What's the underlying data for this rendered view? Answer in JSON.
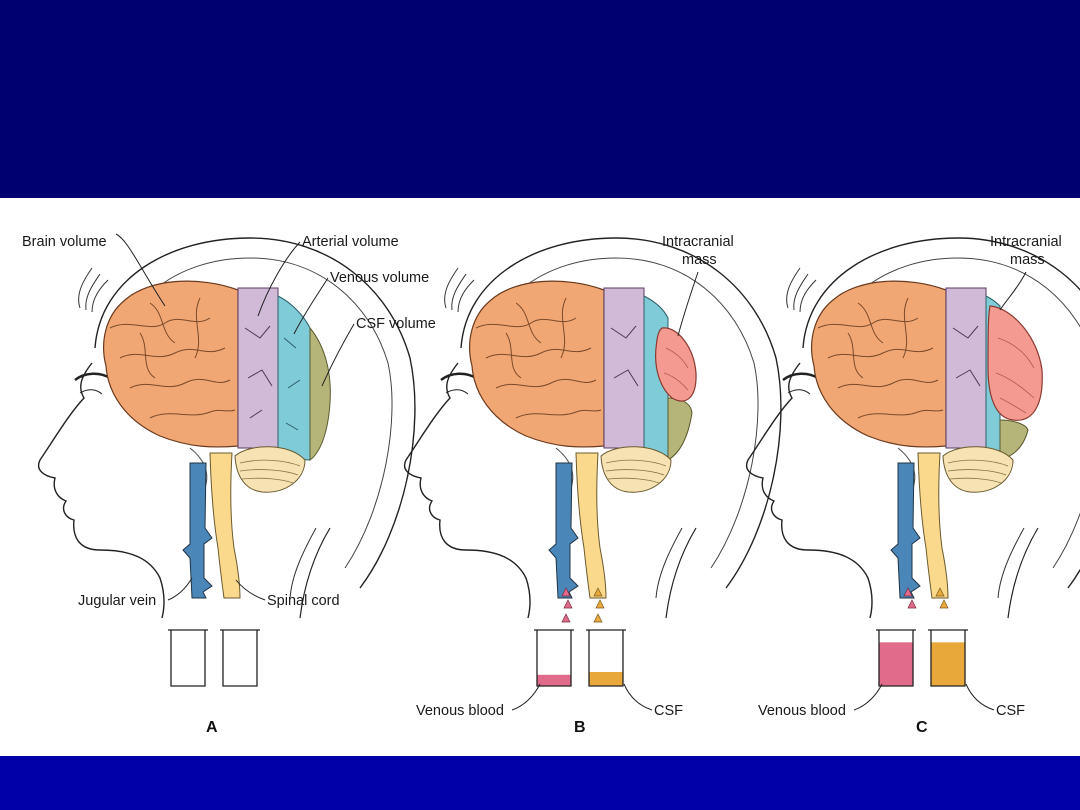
{
  "colors": {
    "slide_background": "#000070",
    "bottom_band": "#0000a8",
    "brain": "#f0a774",
    "arterial": "#d1b9d8",
    "venous": "#7fcbd8",
    "csf": "#b5b57a",
    "mass": "#f59a90",
    "jugular": "#4a86b8",
    "spinal": "#fbd98c",
    "venous_blood_fill": "#e06b8b",
    "csf_fill": "#e8a83a"
  },
  "panels": [
    {
      "letter": "A",
      "labels": {
        "brain": "Brain volume",
        "arterial": "Arterial volume",
        "venous": "Venous volume",
        "csf": "CSF volume",
        "jugular": "Jugular vein",
        "spinal": "Spinal cord"
      },
      "beakers": {
        "venous_level": 0,
        "csf_level": 0
      }
    },
    {
      "letter": "B",
      "labels": {
        "mass": "Intracranial mass",
        "venous_blood": "Venous blood",
        "csf": "CSF"
      },
      "beakers": {
        "venous_level": 0.2,
        "csf_level": 0.25
      }
    },
    {
      "letter": "C",
      "labels": {
        "mass": "Intracranial mass",
        "venous_blood": "Venous blood",
        "csf": "CSF"
      },
      "beakers": {
        "venous_level": 0.78,
        "csf_level": 0.78
      }
    }
  ]
}
